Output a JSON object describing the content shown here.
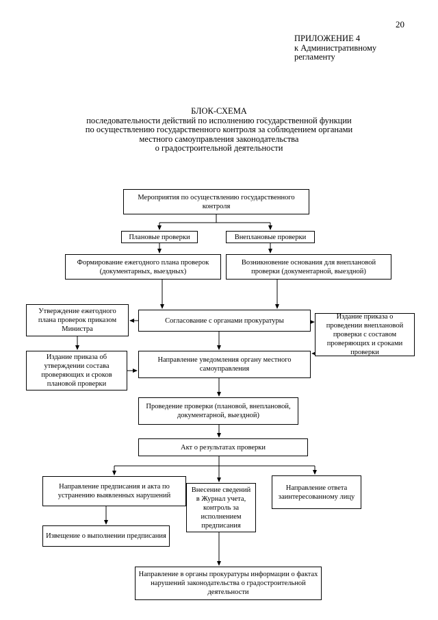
{
  "page": {
    "number": "20",
    "appendix": [
      "ПРИЛОЖЕНИЕ 4",
      "к Административному",
      "регламенту"
    ],
    "title_lines": [
      "БЛОК-СХЕМА",
      "последовательности действий по исполнению государственной функции",
      "по осуществлению государственного контроля за соблюдением органами",
      "местного самоуправления законодательства",
      "о градостроительной деятельности"
    ],
    "colors": {
      "ink": "#000000",
      "paper": "#ffffff"
    }
  },
  "flowchart": {
    "boxes": [
      {
        "id": "events",
        "text": "Мероприятия по осуществлению государственного контроля"
      },
      {
        "id": "planned",
        "text": "Плановые проверки"
      },
      {
        "id": "unplanned",
        "text": "Внеплановые проверки"
      },
      {
        "id": "plan-formation",
        "text": "Формирование ежегодного плана проверок (документарных, выездных)"
      },
      {
        "id": "grounds",
        "text": "Возникновение основания для внеплановой проверки (документарной, выездной)"
      },
      {
        "id": "plan-approval",
        "text": "Утверждение ежегодного плана проверок приказом Министра"
      },
      {
        "id": "prosecutor-approval",
        "text": "Согласование с органами прокуратуры"
      },
      {
        "id": "unplanned-order",
        "text": "Издание приказа о проведении внеплановой проверки с составом проверяющих и сроками проверки"
      },
      {
        "id": "staff-order",
        "text": "Издание приказа об утверждении состава проверяющих и сроков плановой проверки"
      },
      {
        "id": "notification",
        "text": "Направление уведомления органу местного самоуправления"
      },
      {
        "id": "inspection",
        "text": "Проведение проверки (плановой, внеплановой, документарной, выездной)"
      },
      {
        "id": "act",
        "text": "Акт о результатах проверки"
      },
      {
        "id": "prescription",
        "text": "Направление предписания и акта по устранению выявленных нарушений"
      },
      {
        "id": "journal",
        "text": "Внесение сведений в Журнал учета, контроль за исполнением предписания"
      },
      {
        "id": "reply",
        "text": "Направление ответа заинтересованному лицу"
      },
      {
        "id": "notice-done",
        "text": "Извещение о выполнении предписания"
      },
      {
        "id": "prosecutor-info",
        "text": "Направление в органы прокуратуры информации о фактах нарушений законодательства о градостроительной деятельности"
      }
    ]
  }
}
